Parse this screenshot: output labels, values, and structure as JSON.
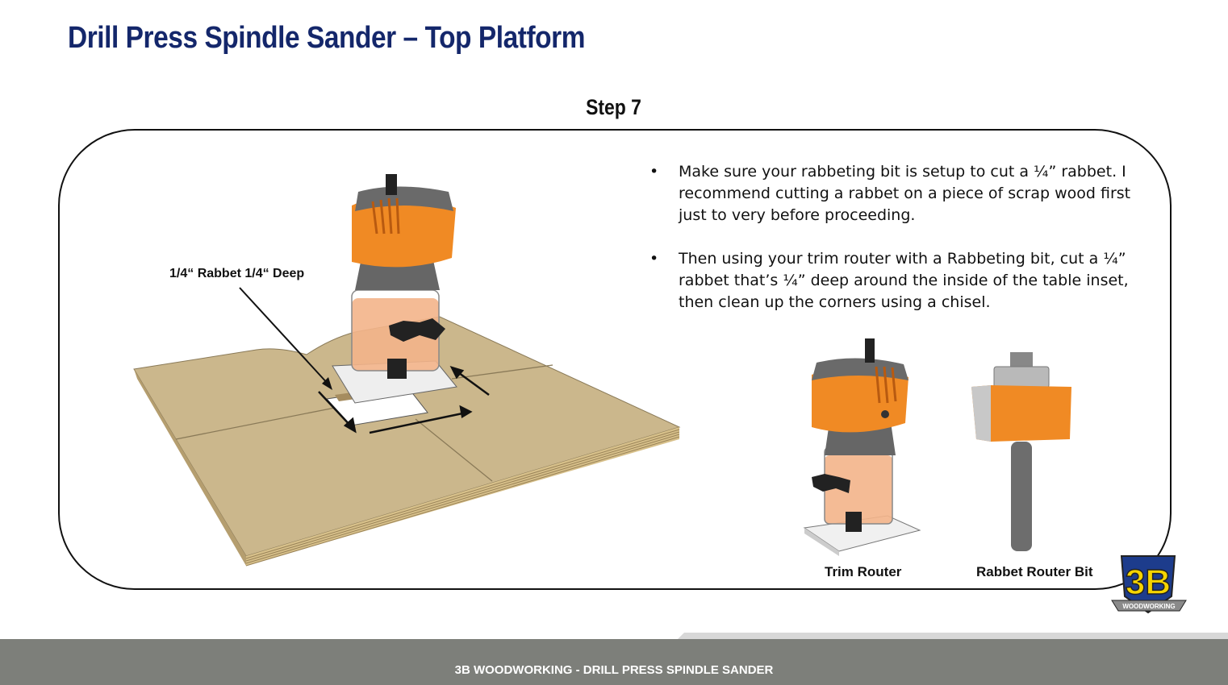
{
  "slide": {
    "title": "Drill Press Spindle Sander – Top Platform",
    "step": "Step 7",
    "footer": "3B WOODWORKING - DRILL PRESS SPINDLE SANDER"
  },
  "instructions": [
    {
      "bullet": "•",
      "text": "Make sure your rabbeting bit is setup to cut a ¼” rabbet.  I recommend cutting a rabbet on a piece of scrap wood first just to very before proceeding."
    },
    {
      "bullet": "•",
      "text": "Then using your trim router with a Rabbeting bit, cut a ¼” rabbet that’s ¼” deep around the inside of the table inset, then clean up the corners using a chisel."
    }
  ],
  "illustration": {
    "callout": "1/4“ Rabbet  1/4“ Deep",
    "captions": {
      "trim_router": "Trim Router",
      "rabbet_bit": "Rabbet Router Bit"
    }
  },
  "logo": {
    "mark": "3B",
    "ribbon": "WOODWORKING"
  },
  "colors": {
    "title": "#14276b",
    "router_orange": "#f08a24",
    "plywood": "#c9b58a",
    "footer": "#7d7f7a"
  }
}
